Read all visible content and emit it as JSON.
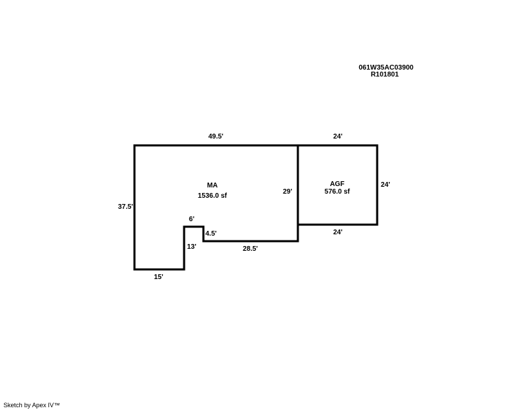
{
  "parcel": {
    "map_number": "061W35AC03900",
    "account": "R101801"
  },
  "areas": {
    "main": {
      "code": "MA",
      "area": "1536.0 sf"
    },
    "garage": {
      "code": "AGF",
      "area": "576.0 sf"
    }
  },
  "dimensions": {
    "main_top": "49.5'",
    "main_left": "37.5'",
    "main_bottom_left": "15'",
    "notch_height": "13'",
    "notch_width": "6'",
    "notch_step": "4.5'",
    "main_bottom_right": "28.5'",
    "shared_wall": "29'",
    "garage_top": "24'",
    "garage_right": "24'",
    "garage_bottom": "24'"
  },
  "footer": "Sketch by Apex IV™",
  "colors": {
    "line": "#000000",
    "background": "#ffffff"
  }
}
